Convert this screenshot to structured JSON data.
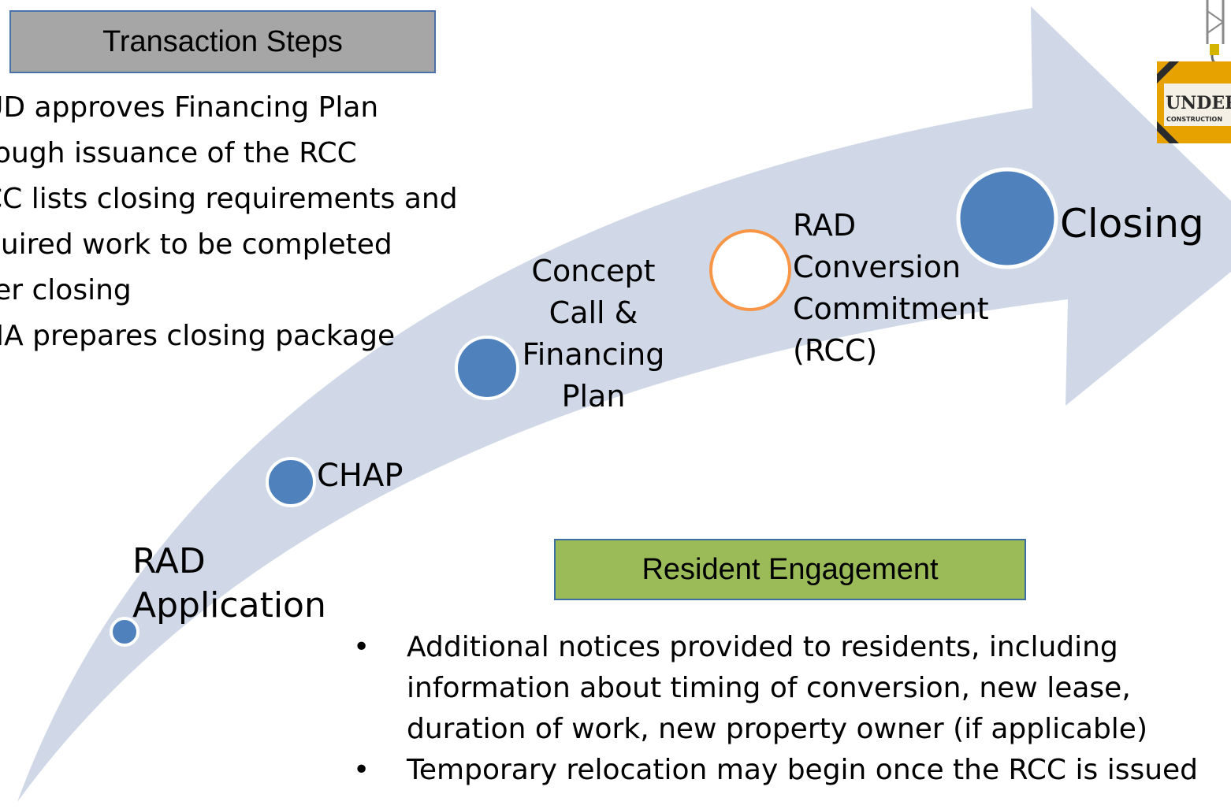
{
  "transaction": {
    "title": "Transaction Steps",
    "lines": [
      "UD approves Financing Plan",
      "rough issuance of the RCC",
      "CC lists closing requirements and",
      "quired work to be completed",
      "ter closing",
      "HA prepares closing package"
    ]
  },
  "stages": {
    "application": [
      "RAD",
      "Application"
    ],
    "chap": "CHAP",
    "concept": [
      "Concept",
      "Call &",
      "Financing",
      "Plan"
    ],
    "rcc": [
      "RAD",
      "Conversion",
      "Commitment",
      "(RCC)"
    ],
    "closing": "Closing"
  },
  "resident": {
    "title": "Resident Engagement",
    "bullet_glyph": "•",
    "bullets": [
      {
        "lines": [
          "Additional notices provided to residents, including",
          "information about timing of conversion, new lease,",
          "duration of work, new property owner (if applicable)"
        ]
      },
      {
        "lines": [
          "Temporary relocation may begin once the RCC is issued"
        ]
      }
    ]
  },
  "sign": {
    "text": "UNDER",
    "subtext": "CONSTRUCTION"
  },
  "colors": {
    "arrow": "#d0d8e8",
    "milestone_fill": "#4f81bd",
    "current_fill": "#ffffff",
    "current_border": "#f79646",
    "transaction_box": "#a6a6a6",
    "resident_box": "#9bbb59"
  }
}
